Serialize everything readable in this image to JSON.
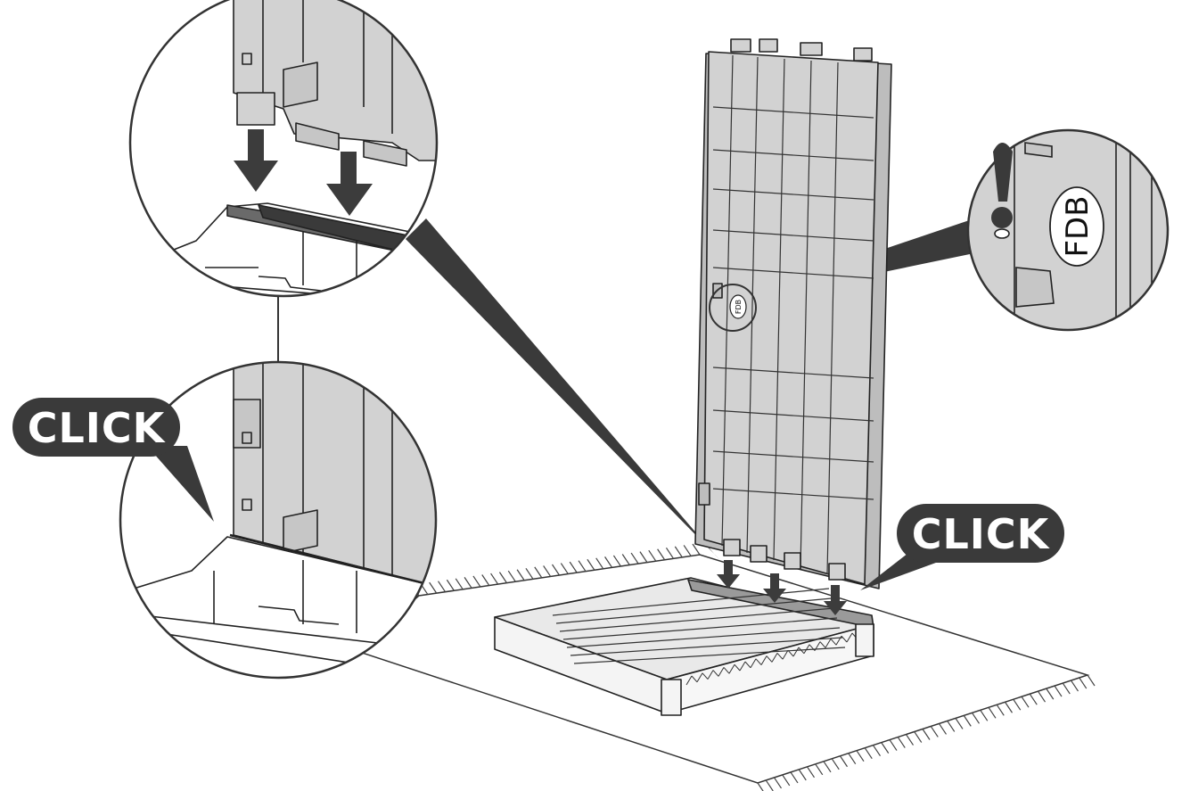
{
  "callouts": {
    "left_click": "CLICK",
    "right_click": "CLICK"
  },
  "labels": {
    "fdb_zoom": "FDB",
    "fdb_small": "FDB"
  },
  "icons": {
    "warning": "exclamation-icon"
  },
  "colors": {
    "part_fill": "#d2d2d2",
    "line": "#222222",
    "badge": "#3a3a3a",
    "arrow": "#3c3c3c"
  }
}
